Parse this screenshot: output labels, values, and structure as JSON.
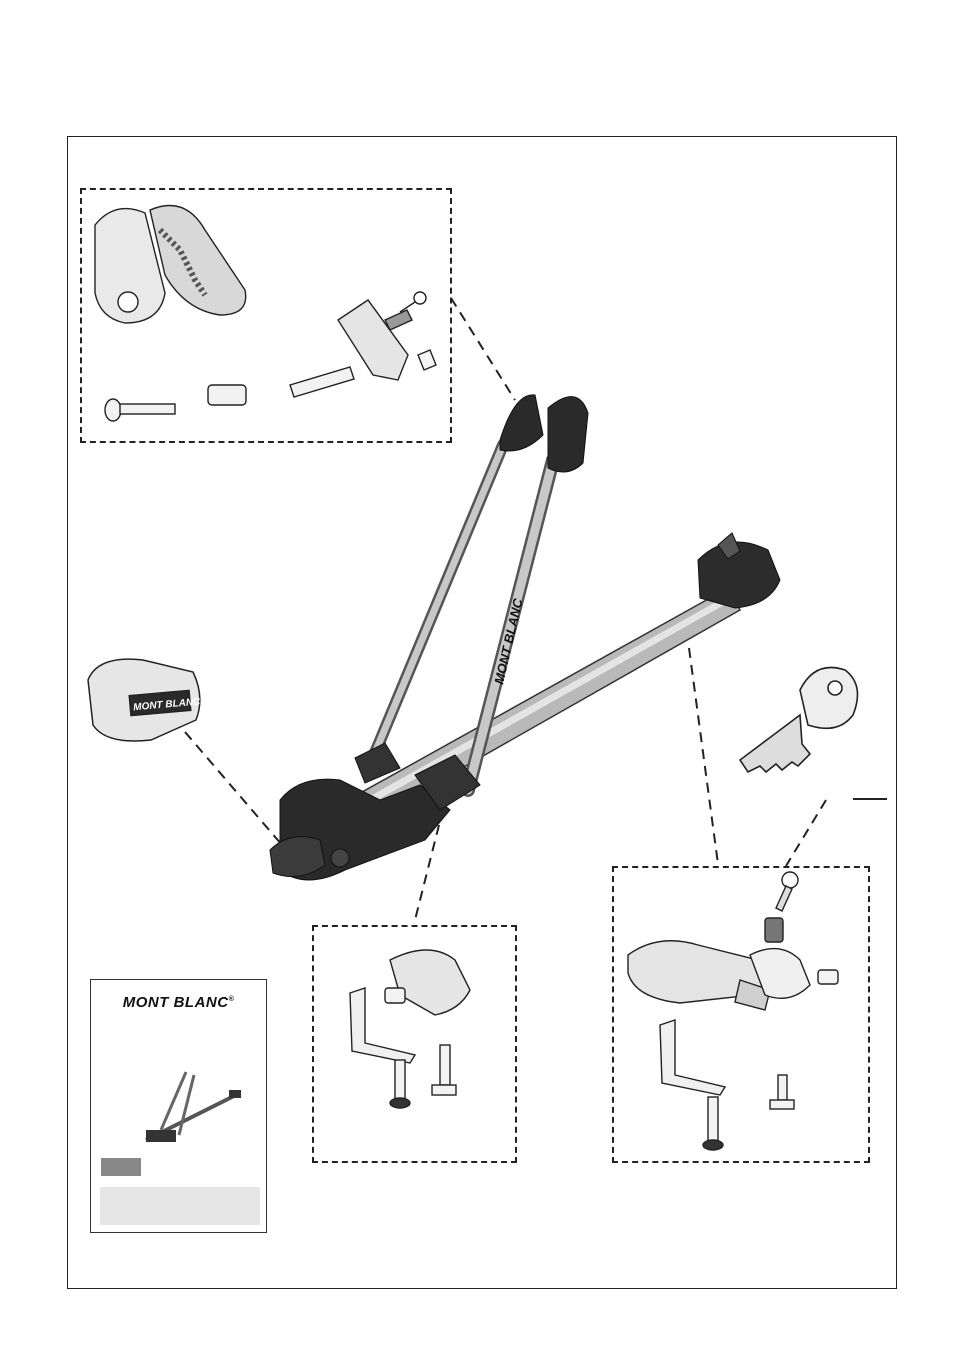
{
  "brand": {
    "name": "MONT BLANC",
    "trademark": "®"
  },
  "diagram": {
    "subject": "roof-mounted bicycle carrier exploded parts view",
    "callouts": [
      {
        "id": "frame-clamp-parts",
        "parts": [
          "frame-clamp",
          "clamp-bolt",
          "spacer-sleeve",
          "threaded-pin",
          "lock-cylinder-key",
          "small-bushing"
        ]
      },
      {
        "id": "end-cap",
        "parts": [
          "end-cap"
        ]
      },
      {
        "id": "base-mount-parts",
        "parts": [
          "mount-plate",
          "bushing",
          "u-bracket",
          "t-bolt",
          "long-bolt"
        ]
      },
      {
        "id": "lock-mount-parts",
        "parts": [
          "lock-key",
          "lock-cylinder",
          "lock-housing",
          "lock-plate",
          "u-bracket",
          "t-bolt",
          "long-bolt"
        ]
      },
      {
        "id": "key",
        "parts": [
          "key"
        ]
      }
    ],
    "colors": {
      "line": "#222222",
      "bar": "#b9b9b9",
      "dark": "#2a2a2a",
      "light": "#eeeeee"
    }
  },
  "manual": {
    "brand": "MONT BLANC",
    "trademark": "®"
  }
}
